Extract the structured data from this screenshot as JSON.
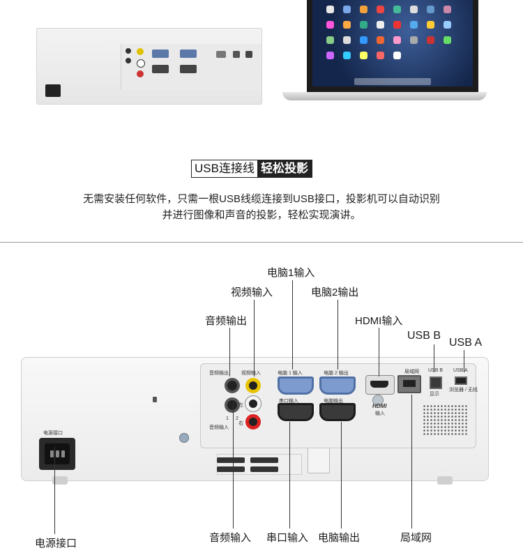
{
  "top": {
    "tag_left": "USB连接线",
    "tag_right": "轻松投影",
    "desc_line1": "无需安装任何软件，只需一根USB线缆连接到USB接口，投影机可以自动识别",
    "desc_line2": "并进行图像和声音的投影，轻松实现演讲。"
  },
  "callouts": {
    "pc1_in": "电脑1输入",
    "video_in": "视频输入",
    "pc2_out": "电脑2输出",
    "audio_out": "音频输出",
    "hdmi_in": "HDMI输入",
    "usb_b": "USB B",
    "usb_a": "USB A",
    "power": "电源接口",
    "audio_in": "音频输入",
    "serial_in": "串口输入",
    "pc_out": "电脑输出",
    "lan": "局域网"
  },
  "panel_labels": {
    "power_label": "电源接口",
    "audio_out": "音频输出",
    "video_in": "视频输入",
    "pc1": "电脑 1 输入",
    "pc2": "电脑 2 输出",
    "serial": "串口输入",
    "monitor": "电脑输出",
    "lan": "局域网",
    "usb_b": "USB B",
    "usb_a": "USB A",
    "display": "显示",
    "browser": "浏览器 / 无线",
    "hdmi_logo": "HDMI",
    "hdmi_sub": "输入",
    "audio_in": "音频输入",
    "left": "左",
    "right": "右",
    "one": "1",
    "two": "2"
  }
}
